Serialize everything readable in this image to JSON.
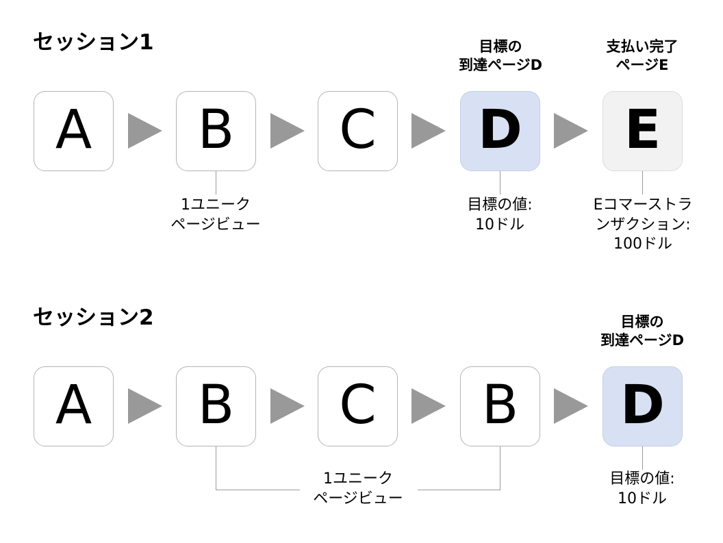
{
  "diagram": {
    "title_session1": "セッション1",
    "title_session2": "セッション2"
  },
  "session1": {
    "nodes": [
      {
        "letter": "A",
        "kind": "plain"
      },
      {
        "letter": "B",
        "kind": "plain"
      },
      {
        "letter": "C",
        "kind": "plain"
      },
      {
        "letter": "D",
        "kind": "goal"
      },
      {
        "letter": "E",
        "kind": "payment"
      }
    ],
    "top_labels": {
      "node_d": "目標の\n到達ページD",
      "node_e": "支払い完了\nページE"
    },
    "captions": {
      "node_b": "1ユニーク\nページビュー",
      "node_d": "目標の値:\n10ドル",
      "node_e": "Eコマーストラ\nンザクション:\n100ドル"
    }
  },
  "session2": {
    "nodes": [
      {
        "letter": "A",
        "kind": "plain"
      },
      {
        "letter": "B",
        "kind": "plain"
      },
      {
        "letter": "C",
        "kind": "plain"
      },
      {
        "letter": "B",
        "kind": "plain"
      },
      {
        "letter": "D",
        "kind": "goal"
      }
    ],
    "top_labels": {
      "node_d": "目標の\n到達ページD"
    },
    "captions": {
      "node_b_bracket": "1ユニーク\nページビュー",
      "node_d": "目標の値:\n10ドル"
    }
  },
  "colors": {
    "goal_fill": "#d8e1f3",
    "payment_fill": "#f2f2f2",
    "node_border": "#b4b4b4",
    "arrow": "#999999",
    "leader_line": "#9a9a9a",
    "background": "#ffffff",
    "text": "#000000"
  }
}
